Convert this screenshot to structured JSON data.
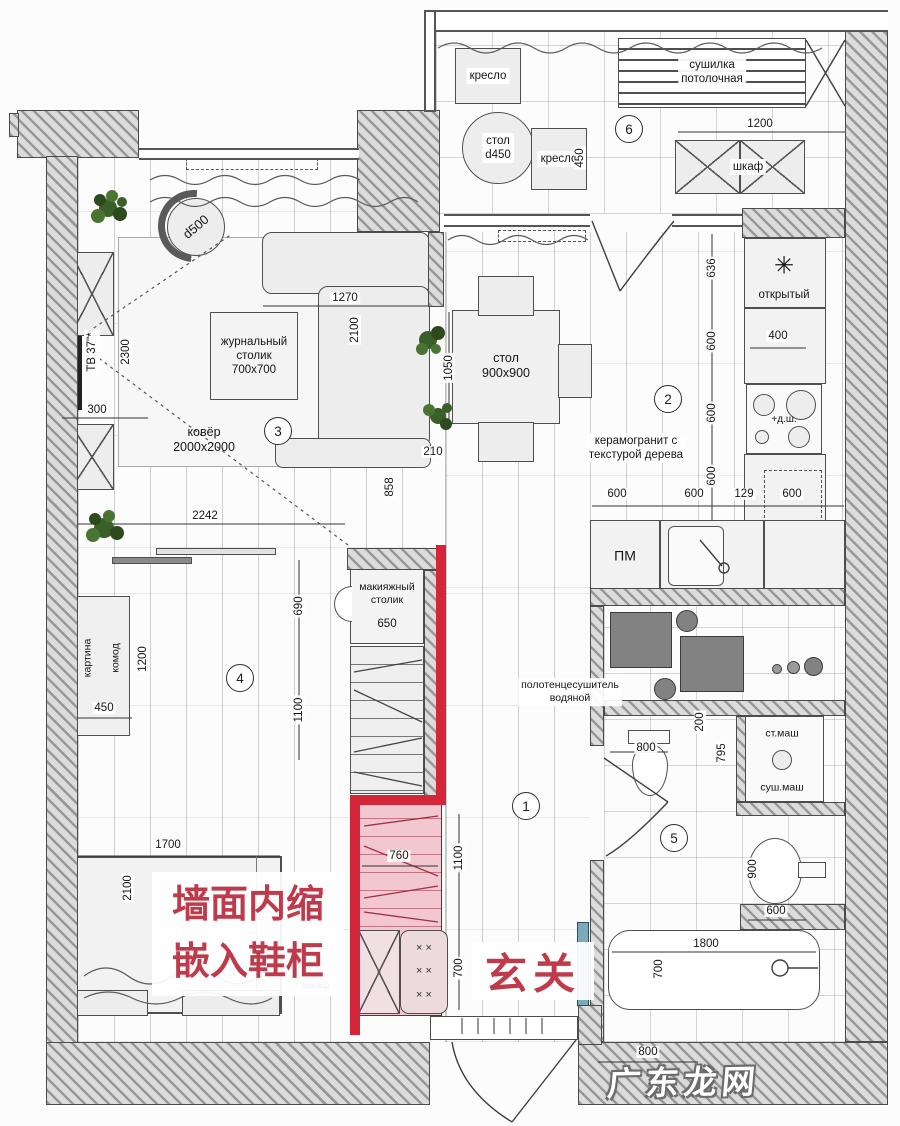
{
  "annotations": {
    "wall_note": "墙面内缩\n嵌入鞋柜",
    "entry": "玄关",
    "watermark": "广东龙网"
  },
  "room_numbers": {
    "hall": "1",
    "kitchen": "2",
    "living": "3",
    "bedroom": "4",
    "bathroom": "5",
    "balcony": "6"
  },
  "labels": {
    "armchair_top": "кресло",
    "armchair_bottom": "кресло",
    "balcony_table": "стол\nd450",
    "ceiling_dryer": "сушилка\nпотолочная",
    "balcony_wardrobe": "шкаф",
    "tv": "ТВ 37\"*",
    "stool_diameter": "d500",
    "coffee_table": "журнальный\nстолик\n700x700",
    "carpet": "ковёр\n2000x2000",
    "dining_table": "стол\n900x900",
    "open_shelf": "открытый",
    "asterisk": "✳",
    "floor_note": "керамогранит с\nтекстурой дерева",
    "dishwasher": "ПМ",
    "hob": "+д.ш.",
    "towel_dryer": "полотенцесушитель\nводяной",
    "makeup_table": "макияжный\nстолик",
    "makeup_width": "650",
    "picture": "картина",
    "dresser": "комод",
    "washer": "ст.маш",
    "dryer_machine": "суш.маш",
    "hall_wardrobe": "шкаф",
    "mat_marks": "×   ×\n×   ×\n×   ×"
  },
  "dims": {
    "balcony_w": "1200",
    "balcony_d": "450",
    "sofa_l": "1270",
    "sofa_d": "2100",
    "living_d": "2300",
    "tv_off": "300",
    "living_w": "2242",
    "opening": "858",
    "gap": "210",
    "niche": "690",
    "table_cl": "1050",
    "kv1": "636",
    "kv2": "600",
    "kv3": "600",
    "kv4": "600",
    "shelf_w": "400",
    "kr1": "600",
    "kr2": "600",
    "kr3": "129",
    "kr4": "600",
    "cab_h": "1200",
    "pic_w": "450",
    "bed_pass": "1100",
    "bed_w": "1700",
    "bed_l": "2100",
    "shoe_w": "760",
    "hall_l": "1100",
    "hall_w": "700",
    "b200": "200",
    "b795": "795",
    "wc_w": "800",
    "basin_d": "900",
    "basin_w": "600",
    "tub_l": "1800",
    "tub_w": "700",
    "door_off": "800"
  },
  "colors": {
    "accent_red": "#d32638",
    "highlight_pink": "#f2c7d0",
    "door_blue": "#7aabbd"
  }
}
